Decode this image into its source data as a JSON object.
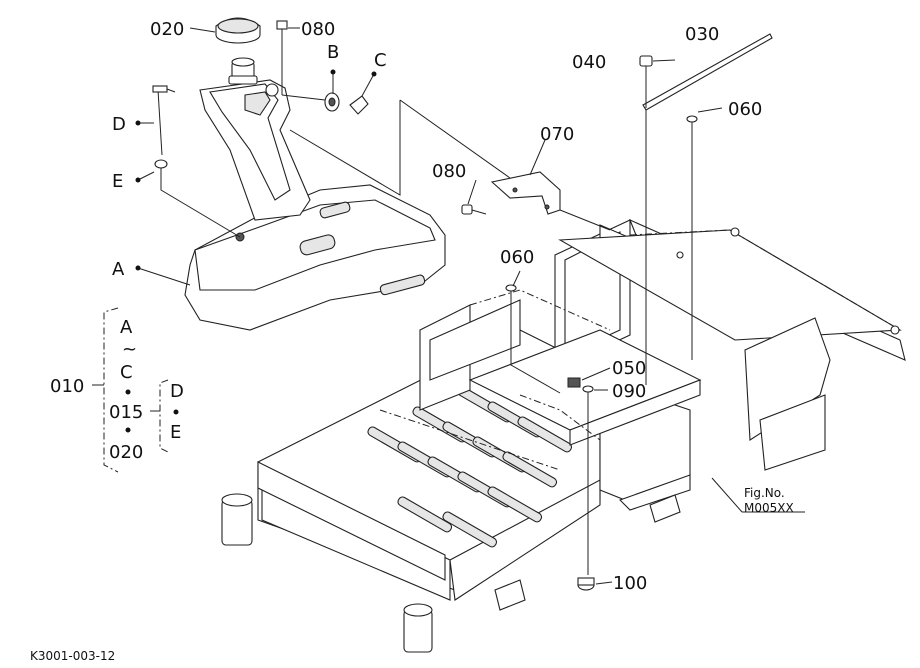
{
  "callouts": {
    "c020": "020",
    "c080_top": "080",
    "cB": "B",
    "cC": "C",
    "c030": "030",
    "c040": "040",
    "c060_top": "060",
    "c070": "070",
    "c080_mid": "080",
    "c060_mid": "060",
    "cD": "D",
    "cE": "E",
    "cA": "A",
    "c050": "050",
    "c090": "090",
    "c100": "100"
  },
  "assembly": {
    "label": "010",
    "range_start": "A",
    "range_tilde": "~",
    "range_end": "C",
    "item_015": "015",
    "item_020": "020",
    "sub_D": "D",
    "sub_E": "E"
  },
  "fig_ref": {
    "line1": "Fig.No.",
    "line2": "M005XX"
  },
  "diagram_code": "K3001-003-12"
}
